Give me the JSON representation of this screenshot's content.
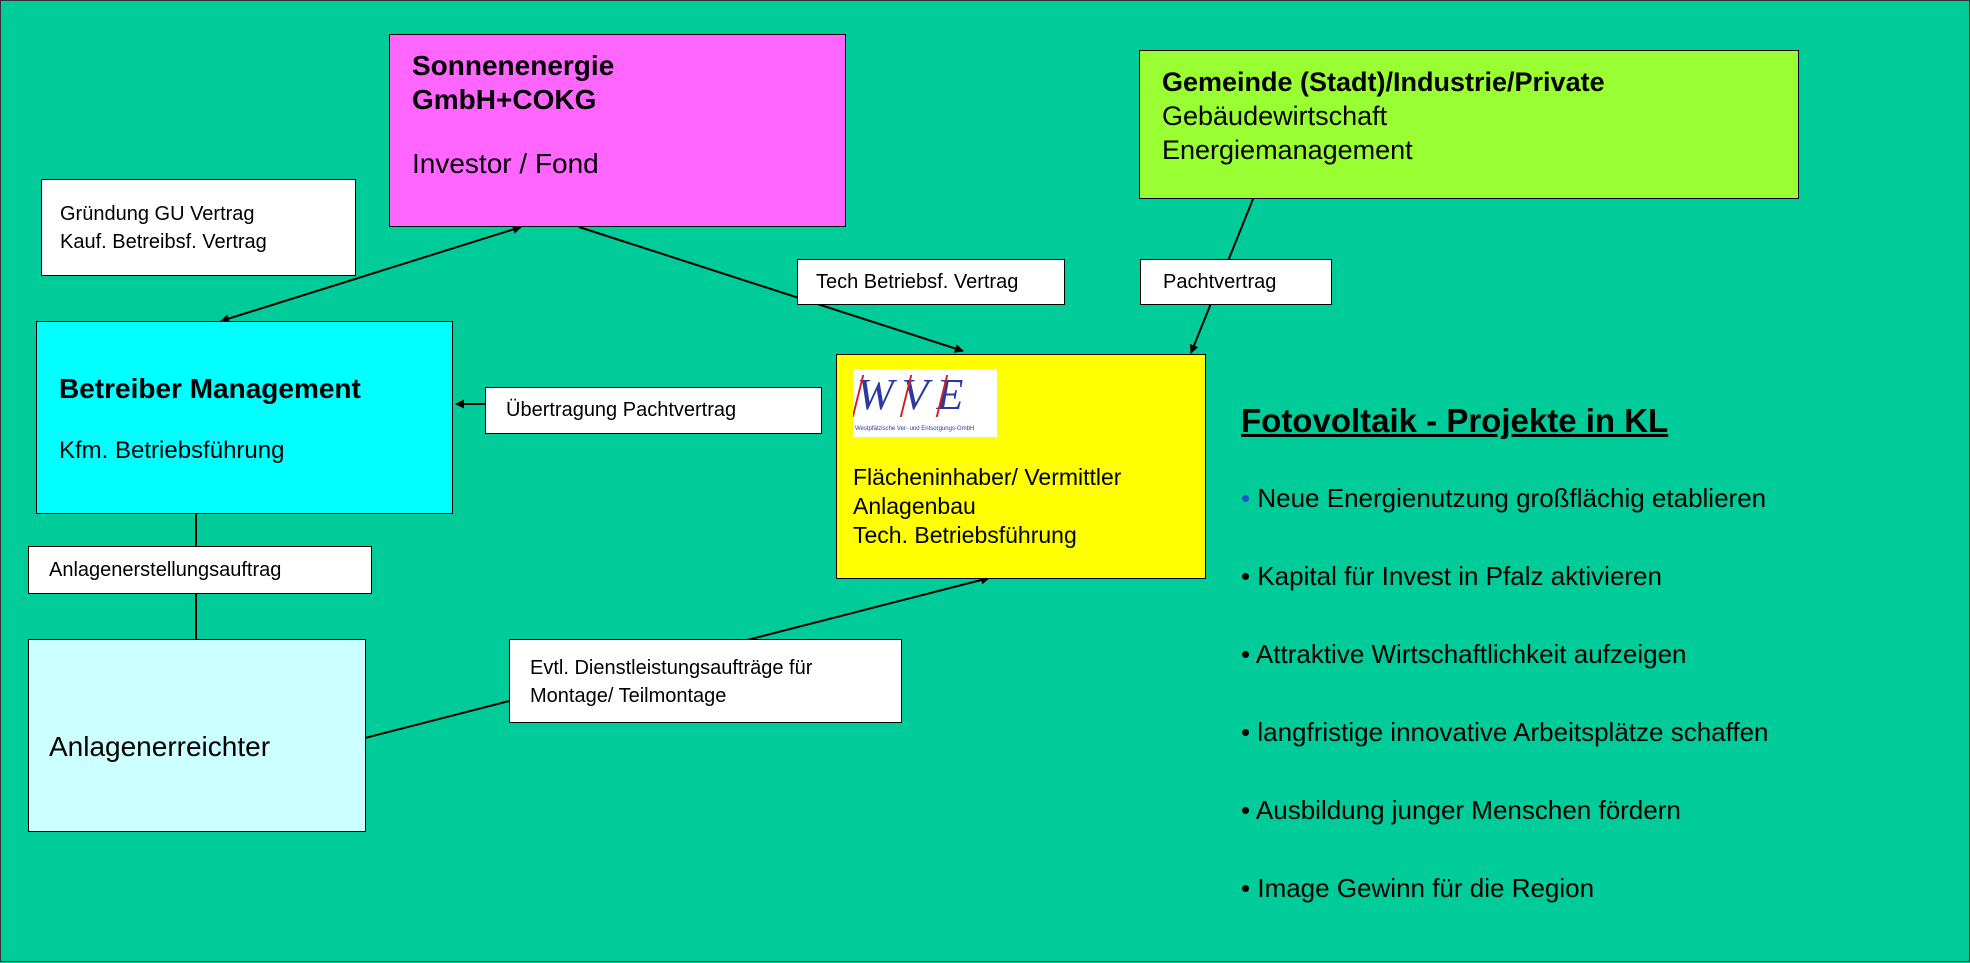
{
  "investor": {
    "name_line1": "Sonnenenergie",
    "name_line2": "GmbH+COKG",
    "role": "Investor / Fond",
    "color": "#ff66ff"
  },
  "gemeinde": {
    "title": "Gemeinde (Stadt)/Industrie/Private",
    "line2": "Gebäudewirtschaft",
    "line3": "Energiemanagement",
    "color": "#99ff33"
  },
  "betreiber": {
    "title": "Betreiber Management",
    "subtitle": "Kfm. Betriebsführung",
    "color": "#00ffff"
  },
  "anlagen": {
    "title": "Anlagenerreichter",
    "color": "#ccffff"
  },
  "wve": {
    "logo_text": "WVE",
    "logo_subtext": "Westpfälzische Ver- und Entsorgungs-GmbH",
    "line1": "Flächeninhaber/ Vermittler",
    "line2": "Anlagenbau",
    "line3": "Tech.  Betriebsführung",
    "color": "#ffff00"
  },
  "labels": {
    "gruendung_line1": "Gründung GU Vertrag",
    "gruendung_line2": "Kauf. Betreibsf. Vertrag",
    "tech_vertrag": "Tech Betriebsf. Vertrag",
    "pachtvertrag": "Pachtvertrag",
    "uebertragung": "Übertragung Pachtvertrag",
    "anlagenerstellung": "Anlagenerstellungsauftrag",
    "dienst_line1": "Evtl. Dienstleistungsaufträge für",
    "dienst_line2": "Montage/ Teilmontage"
  },
  "panel": {
    "title": "Fotovoltaik - Projekte in KL",
    "bullets": [
      "Neue Energienutzung großflächig etablieren",
      "Kapital für Invest in Pfalz aktivieren",
      "Attraktive Wirtschaftlichkeit aufzeigen",
      "langfristige innovative Arbeitsplätze schaffen",
      "Ausbildung junger Menschen fördern",
      "Image Gewinn für die Region"
    ]
  }
}
